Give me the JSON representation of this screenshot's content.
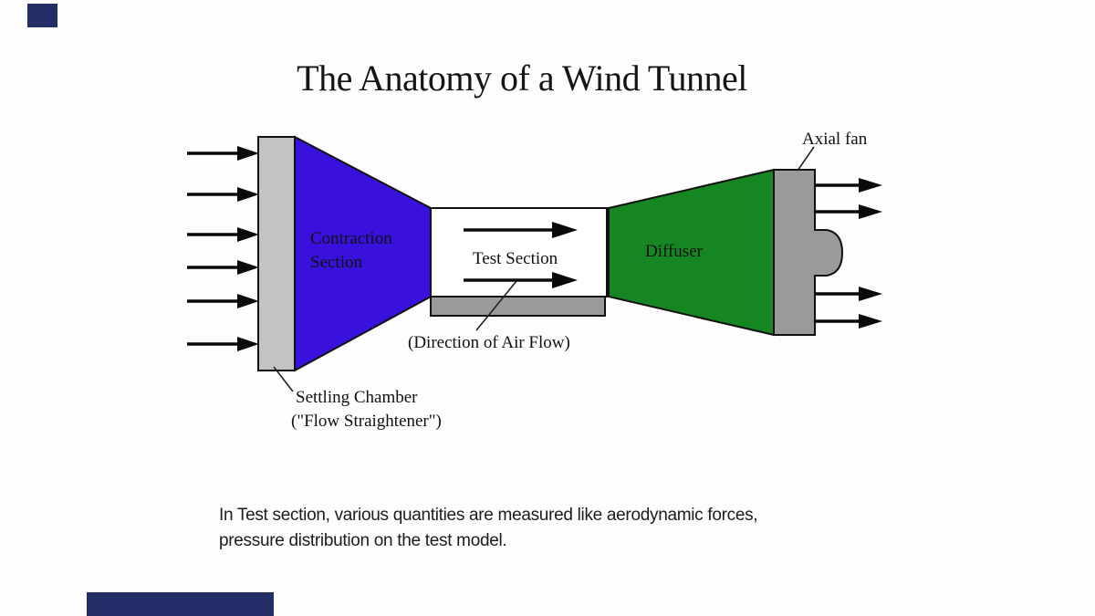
{
  "slide": {
    "title": "The Anatomy of a Wind Tunnel",
    "caption_line1": "In Test section, various quantities are measured like aerodynamic forces,",
    "caption_line2": "pressure distribution on the test model."
  },
  "diagram": {
    "labels": {
      "contraction_line1": "Contraction",
      "contraction_line2": "Section",
      "test_section": "Test Section",
      "direction_of_air_flow": "(Direction of Air Flow)",
      "diffuser": "Diffuser",
      "axial_fan": "Axial fan",
      "settling_chamber_line1": "Settling Chamber",
      "settling_chamber_line2": "(\"Flow Straightener\")"
    },
    "colors": {
      "contraction_blue": "#3a10dc",
      "diffuser_green": "#168622",
      "settling_chamber_gray": "#c3c3c3",
      "fan_housing_gray": "#9a9a9a",
      "floor_gray": "#9a9a9a",
      "test_section_white": "#ffffff",
      "arrow_black": "#0a0a0a",
      "accent_navy": "#232e66",
      "contraction_label_pink": "#eeddf2",
      "diffuser_label_green": "#dcefdc"
    }
  }
}
